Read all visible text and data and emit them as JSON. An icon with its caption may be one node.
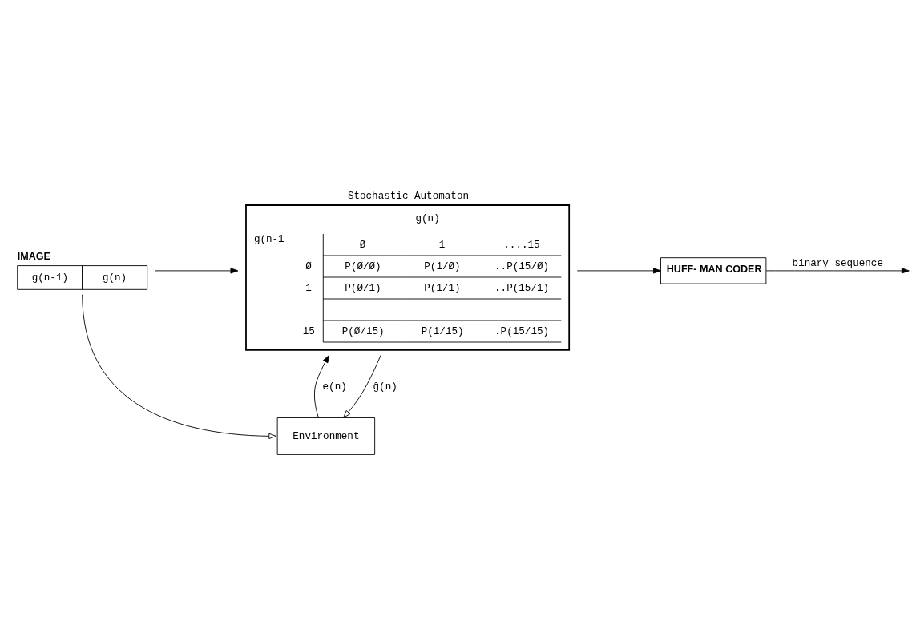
{
  "diagram": {
    "nodes": [
      {
        "text": [
          "Stochastic Automaton"
        ]
      },
      {
        "text": [
          "IMAGE",
          "g(n-1)",
          "g(n)"
        ]
      },
      {
        "text": [
          "HUFF- MAN CODER"
        ]
      },
      {
        "text": [
          "Environment"
        ]
      }
    ],
    "edges": [
      {
        "from": 1,
        "to": 0,
        "arrow": "to"
      },
      {
        "from": 0,
        "to": 2,
        "arrow": "to"
      },
      {
        "from": 2,
        "to": null,
        "arrow": "to",
        "label": "binary sequence"
      },
      {
        "from": 0,
        "to": 3,
        "arrow": "to",
        "label": "ĝ(n)"
      },
      {
        "from": 3,
        "to": 0,
        "arrow": "to",
        "label": "e(n)"
      },
      {
        "from": 1,
        "to": 3,
        "arrow": "to"
      }
    ],
    "labels": [
      "g(n)",
      "g(n-1",
      "Ø",
      "1",
      "....15",
      "Ø",
      "P(Ø/Ø)",
      "P(1/Ø)",
      "..P(15/Ø)",
      "1",
      "P(Ø/1)",
      "P(1/1)",
      "..P(15/1)",
      "15",
      "P(Ø/15)",
      "P(1/15)",
      ".P(15/15)"
    ]
  }
}
